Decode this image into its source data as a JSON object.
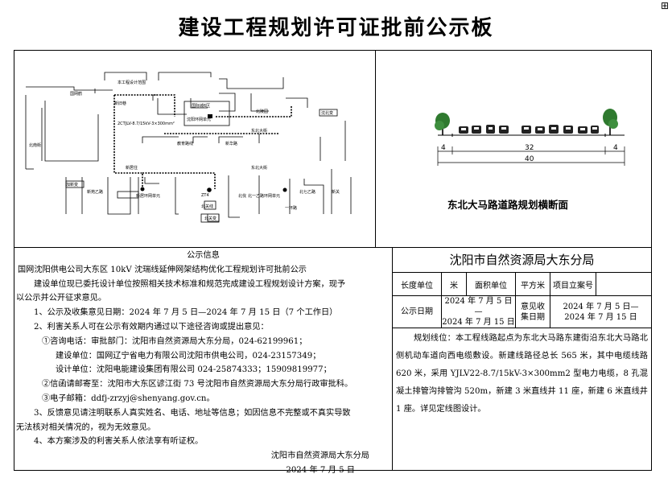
{
  "page": {
    "title": "建设工程规划许可证批前公示板",
    "corner_mark": "⊞"
  },
  "map": {
    "labels": {
      "l1": "本工程设计范围",
      "l2": "国网鹤",
      "l3": "新旧巷",
      "l4": "国际城6区",
      "l5": "沈阳环网单元",
      "l6": "北陵园",
      "l7": "2CTJLV-8.7/15kV-3×300mm²",
      "l8": "东北大街",
      "l9": "沈北变",
      "l10": "新华路",
      "l11": "教育路线",
      "l12": "北南街",
      "l13": "新居住",
      "l14": "东北大街",
      "l15": "加新变",
      "l16": "新苑乙路",
      "l17": "新居环网单元",
      "l18": "ZT4",
      "l19": "北关线",
      "l20": "北关变",
      "l21": "北伐",
      "l22": "北一乙路环网单元",
      "l23": "一环路",
      "l24": "北七乙路",
      "l25": "新关"
    }
  },
  "section": {
    "title": "东北大马路道路规划横断面",
    "dims": {
      "left": "4",
      "middle": "32",
      "right": "4",
      "total": "40"
    }
  },
  "notice": {
    "heading": "公示信息",
    "line1": "国网沈阳供电公司大东区 10kV 沈瑞线延伸网架结构优化工程规划许可批前公示",
    "line2a": "建设单位现已委托设计单位按照相关技术标准和规范完成建设工程规划设计方案，现予",
    "line2b": "以公示并公开征求意见。",
    "item1": "1、公示及收集意见日期：2024 年 7 月 5 日—2024 年 7 月 15 日（7 个工作日）",
    "item2": "2、利害关系人可在公示有效期内通过以下途径咨询或提出意见：",
    "item2_1": "①咨询电话：审批部门：沈阳市自然资源局大东分局，024-62199961；",
    "item2_2": "建设单位：国网辽宁省电力有限公司沈阳市供电公司，024-23157349；",
    "item2_3": "设计单位：沈阳电能建设集团有限公司 024-25874333；15909819977；",
    "item2_4": "②信函请邮寄至：沈阳市大东区谚江街 73 号沈阳市自然资源局大东分局行政审批科。",
    "item2_5": "③电子邮箱：ddfj-zrzyj@shenyang.gov.cn。",
    "item3a": "3、反馈意见请注明联系人真实姓名、电话、地址等信息；如因信息不完整或不真实导致",
    "item3b": "无法核对相关情况的，视为无效意见。",
    "item4": "4、本方案涉及的利害关系人依法享有听证权。",
    "signature": "沈阳市自然资源局大东分局",
    "date": "2024 年 7 月 5 日"
  },
  "info": {
    "agency": "沈阳市自然资源局大东分局",
    "row1": [
      "长度单位",
      "米",
      "面积单位",
      "平方米",
      "项目立案号",
      ""
    ],
    "row2": {
      "label": "公示日期",
      "value_a": "2024 年 7 月 5 日—",
      "value_b": "2024 年 7 月 15 日",
      "label2a": "意见收",
      "label2b": "集日期",
      "value2_a": "2024 年 7 月 5 日—",
      "value2_b": "2024 年 7 月 15 日"
    },
    "description": "规划线位：本工程线路起点为东北大马路东建街沿东北大马路北侧机动车道向西电缆敷设。新建线路径总长 565 米，其中电缆线路 620 米，采用 YJLV22-8.7/15kV-3×300mm2 型电力电缆，8 孔混凝土排管沟排管沟 520m，新建 3 米直线井 11 座，新建 6 米直线井 1 座。详见定线图设计。"
  }
}
